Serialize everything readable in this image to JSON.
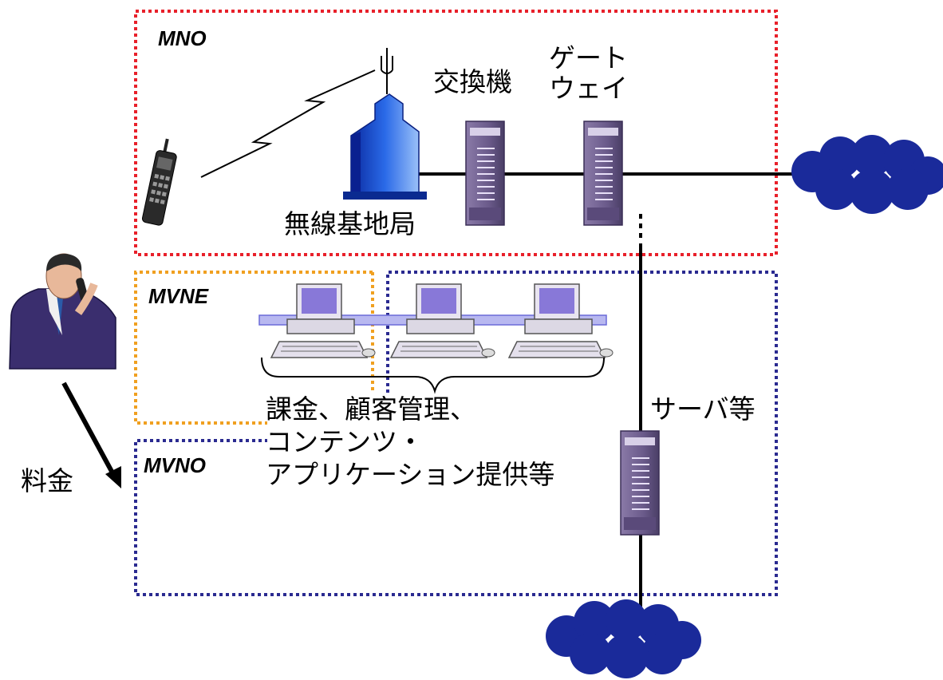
{
  "regions": {
    "mno": "MNO",
    "mvne": "MVNE",
    "mvno": "MVNO"
  },
  "labels": {
    "exchange": "交換機",
    "gateway_line1": "ゲート",
    "gateway_line2": "ウェイ",
    "base_station": "無線基地局",
    "services_line1": "課金、顧客管理、",
    "services_line2": "コンテンツ・",
    "services_line3": "アプリケーション提供等",
    "servers": "サーバ等",
    "fee": "料金"
  },
  "colors": {
    "mno_border": "#e8202a",
    "mvne_border": "#f0a020",
    "mvno_border": "#2a2a90",
    "cloud": "#1a2a9a",
    "server": "#6a5a8a",
    "building": "#1e58d8",
    "person_suit": "#3a2e6e"
  },
  "icons": [
    "mobile-phone-icon",
    "antenna-icon",
    "building-icon",
    "server-icon",
    "computer-icon",
    "cloud-icon",
    "person-icon"
  ]
}
